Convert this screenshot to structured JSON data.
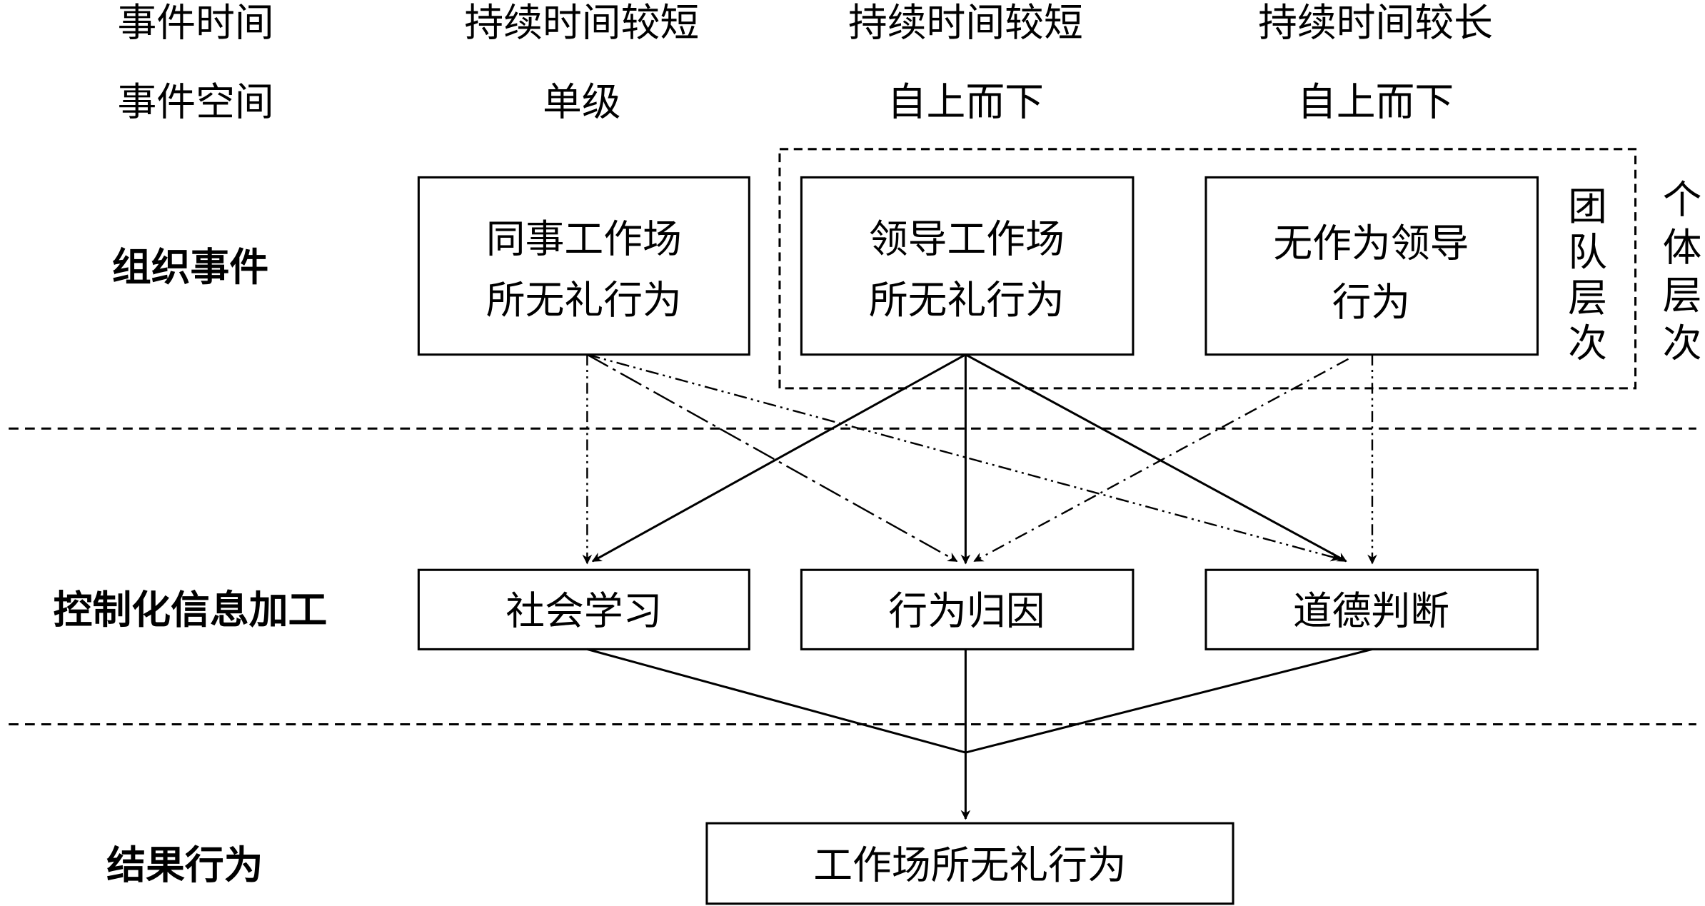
{
  "header": {
    "time_row": {
      "label": "事件时间",
      "values": [
        "持续时间较短",
        "持续时间较短",
        "持续时间较长"
      ]
    },
    "space_row": {
      "label": "事件空间",
      "values": [
        "单级",
        "自上而下",
        "自上而下"
      ]
    }
  },
  "rows": {
    "org_events": "组织事件",
    "processing": "控制化信息加工",
    "outcome": "结果行为"
  },
  "event_boxes": [
    {
      "line1": "同事工作场",
      "line2": "所无礼行为"
    },
    {
      "line1": "领导工作场",
      "line2": "所无礼行为"
    },
    {
      "line1": "无作为领导",
      "line2": "行为"
    }
  ],
  "levels": {
    "team": [
      "团",
      "队",
      "层",
      "次"
    ],
    "individual": [
      "个",
      "体",
      "层",
      "次"
    ]
  },
  "process_boxes": [
    "社会学习",
    "行为归因",
    "道德判断"
  ],
  "outcome_box": "工作场所无礼行为",
  "colors": {
    "line": "#000000",
    "background": "#ffffff"
  }
}
